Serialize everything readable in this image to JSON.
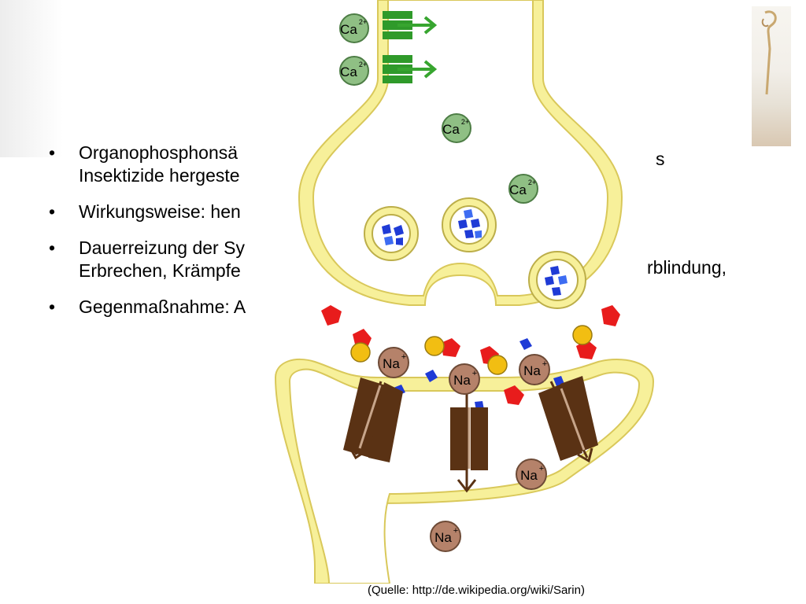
{
  "bullets": [
    {
      "lines": [
        "Organophosphonsä",
        "Insektizide hergeste"
      ]
    },
    {
      "lines": [
        "Wirkungsweise: hen"
      ]
    },
    {
      "lines": [
        "Dauerreizung der Sy",
        "Erbrechen, Krämpfe"
      ]
    },
    {
      "lines": [
        "Gegenmaßnahme: A"
      ]
    }
  ],
  "bullet_symbol": "•",
  "right_fragments": {
    "line1": "s",
    "line3": "rblindung,"
  },
  "diagram": {
    "ca_label": "Ca",
    "ca_charge": "2+",
    "na_label": "Na",
    "na_charge": "+"
  },
  "source": "(Quelle: http://de.wikipedia.org/wiki/Sarin)",
  "colors": {
    "membrane_fill": "#f7f09a",
    "membrane_stroke": "#d9c85a",
    "calcium": "#8fbf84",
    "sodium": "#b5826a",
    "ca_channel": "#2f9a2a",
    "na_channel": "#5a3214",
    "neurotransmitter": "#1f3bd6",
    "inhibitor": "#e81c1c",
    "enzyme": "#f2be12"
  }
}
